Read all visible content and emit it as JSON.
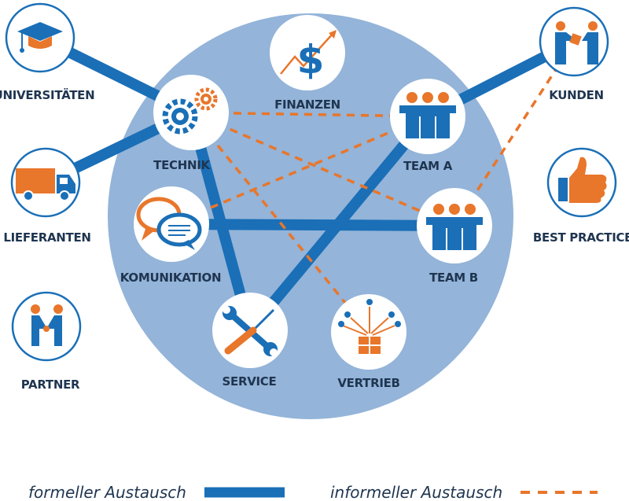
{
  "colors": {
    "background_circle": "#94b4d9",
    "formal_line": "#1a6fb7",
    "informal_line": "#e8762b",
    "icon_blue": "#1a6fb7",
    "icon_orange": "#e8762b",
    "label_text": "#1f3550"
  },
  "nodes": [
    {
      "id": "universitaeten",
      "label": "UNIVERSITÄTEN",
      "icon": "graduation-cap-icon"
    },
    {
      "id": "lieferanten",
      "label": "LIEFERANTEN",
      "icon": "delivery-truck-icon"
    },
    {
      "id": "partner",
      "label": "PARTNER",
      "icon": "handshake-icon"
    },
    {
      "id": "finanzen",
      "label": "FINANZEN",
      "icon": "dollar-growth-icon"
    },
    {
      "id": "technik",
      "label": "TECHNIK",
      "icon": "gears-icon"
    },
    {
      "id": "komunikation",
      "label": "KOMUNIKATION",
      "icon": "speech-bubbles-icon"
    },
    {
      "id": "service",
      "label": "SERVICE",
      "icon": "wrench-screwdriver-icon"
    },
    {
      "id": "vertrieb",
      "label": "VERTRIEB",
      "icon": "gift-distribution-icon"
    },
    {
      "id": "team_a",
      "label": "TEAM A",
      "icon": "team-icon"
    },
    {
      "id": "team_b",
      "label": "TEAM B",
      "icon": "team-icon"
    },
    {
      "id": "kunden",
      "label": "KUNDEN",
      "icon": "business-deal-icon"
    },
    {
      "id": "best_practice",
      "label": "BEST PRACTICE",
      "icon": "thumbs-up-icon"
    }
  ],
  "formal_connections": [
    [
      "universitaeten",
      "technik"
    ],
    [
      "lieferanten",
      "technik"
    ],
    [
      "technik",
      "service"
    ],
    [
      "komunikation",
      "team_b"
    ],
    [
      "service",
      "team_a"
    ],
    [
      "team_a",
      "kunden"
    ]
  ],
  "informal_connections": [
    [
      "technik",
      "team_a"
    ],
    [
      "technik",
      "team_b"
    ],
    [
      "technik",
      "vertrieb"
    ],
    [
      "komunikation",
      "team_a"
    ],
    [
      "team_b",
      "kunden"
    ]
  ],
  "legend": {
    "formal_label": "formeller Austausch",
    "informal_label": "informeller Austausch"
  }
}
